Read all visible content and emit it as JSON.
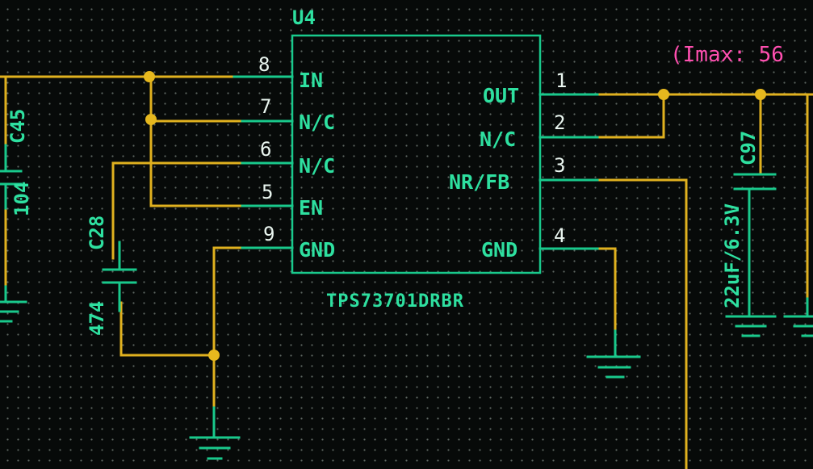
{
  "chip": {
    "ref": "U4",
    "part": "TPS73701DRBR",
    "left_pins": [
      {
        "num": "8",
        "name": "IN"
      },
      {
        "num": "7",
        "name": "N/C"
      },
      {
        "num": "6",
        "name": "N/C"
      },
      {
        "num": "5",
        "name": "EN"
      },
      {
        "num": "9",
        "name": "GND"
      }
    ],
    "right_pins": [
      {
        "num": "1",
        "name": "OUT"
      },
      {
        "num": "2",
        "name": "N/C"
      },
      {
        "num": "3",
        "name": "NR/FB"
      },
      {
        "num": "4",
        "name": "GND"
      }
    ]
  },
  "components": {
    "c45": {
      "ref": "C45",
      "value": "104"
    },
    "c28": {
      "ref": "C28",
      "value": "474"
    },
    "c97": {
      "ref": "C97",
      "value": "22uF/6.3V"
    }
  },
  "annotation": "(Imax: 56",
  "colors": {
    "background": "#070a09",
    "wire": "#e0b11f",
    "pin": "#19c98c",
    "text": "#2ee0a0",
    "annotation": "#ff4fb0"
  }
}
